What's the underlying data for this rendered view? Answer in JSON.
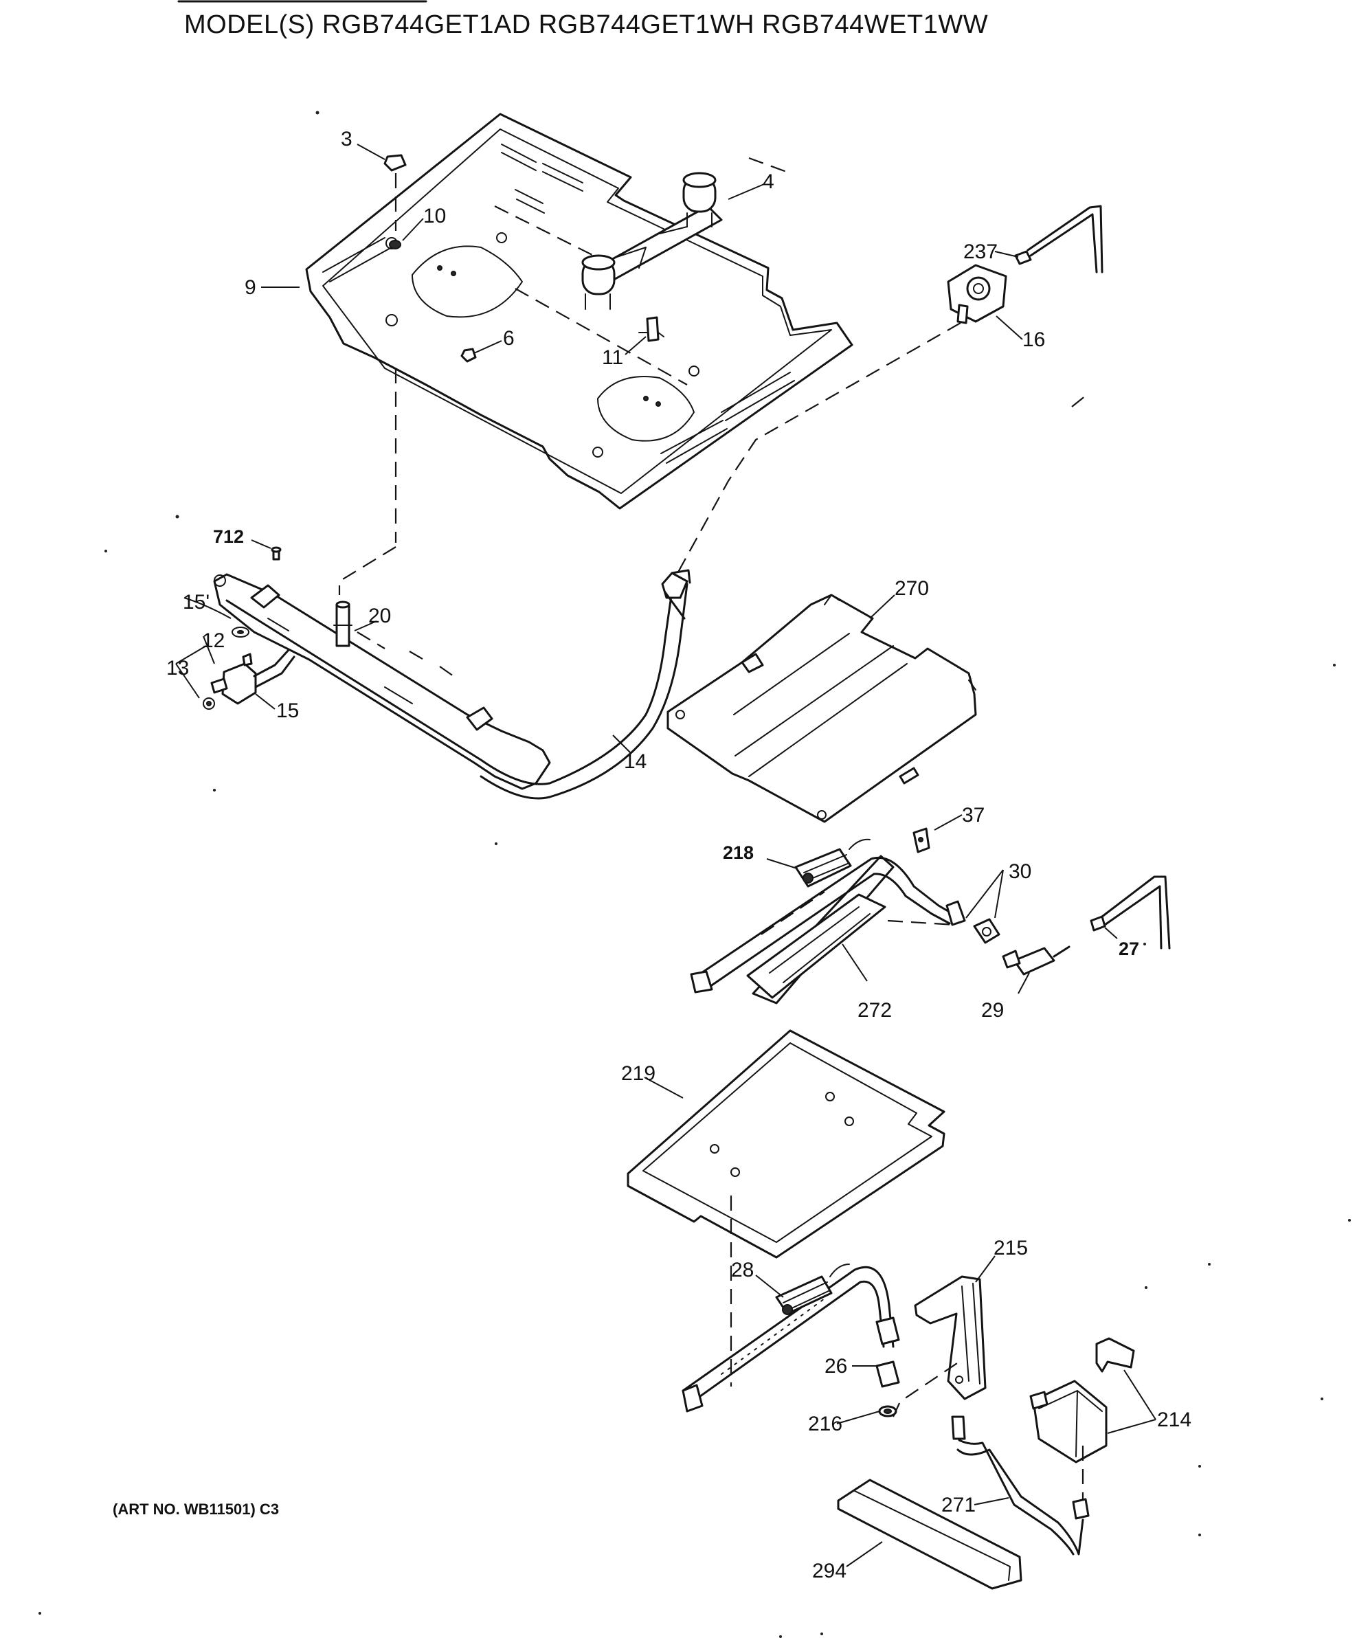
{
  "header": {
    "title": "MODEL(S) RGB744GET1AD  RGB744GET1WH  RGB744WET1WW"
  },
  "footer": {
    "art_number": "(ART NO. WB11501) C3"
  },
  "callouts": {
    "c3": "3",
    "c4": "4",
    "c9": "9",
    "c10": "10",
    "c6": "6",
    "c11": "11",
    "c237": "237",
    "c16": "16",
    "c712": "712",
    "c15a": "15'",
    "c12": "12",
    "c13": "13",
    "c15": "15",
    "c20": "20",
    "c14": "14",
    "c270": "270",
    "c37": "37",
    "c218": "218",
    "c30": "30",
    "c27": "27",
    "c29": "29",
    "c272": "272",
    "c219": "219",
    "c215": "215",
    "c28": "28",
    "c26": "26",
    "c216": "216",
    "c214": "214",
    "c271": "271",
    "c294": "294"
  }
}
